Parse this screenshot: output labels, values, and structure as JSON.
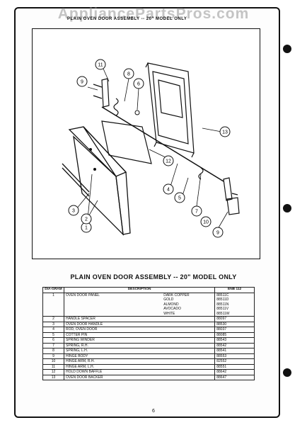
{
  "watermark": "AppliancePartsPros.com",
  "diagram": {
    "title": "PLAIN OVEN DOOR ASSEMBLY -- 20\" MODEL ONLY",
    "callouts": [
      "1",
      "2",
      "3",
      "4",
      "5",
      "6",
      "7",
      "8",
      "9",
      "10",
      "11",
      "12",
      "13"
    ]
  },
  "table": {
    "title": "PLAIN OVEN DOOR ASSEMBLY -- 20\" MODEL ONLY",
    "headers": {
      "diagram": "DIA-GRAM",
      "description": "DESCRIPTION",
      "part": "ENB 112"
    },
    "panel": {
      "diagram": "1",
      "description": "OVEN DOOR PANEL",
      "colors": [
        "DARK COPPER",
        "GOLD",
        "ALMOND",
        "AVOCADO",
        "WHITE"
      ],
      "parts": [
        "88511C",
        "88511D",
        "88511N",
        "88511V",
        "88511W"
      ]
    },
    "rows": [
      {
        "diagram": "2",
        "description": "HANDLE SPACER",
        "part": "88097"
      },
      {
        "diagram": "3",
        "description": "OVEN DOOR HANDLE",
        "part": "88530"
      },
      {
        "diagram": "4",
        "description": "ROD, OVEN DOOR",
        "part": "88037"
      },
      {
        "diagram": "5",
        "description": "COTTER PIN",
        "part": "88085"
      },
      {
        "diagram": "6",
        "description": "SPRING WINDER",
        "part": "88543"
      },
      {
        "diagram": "7",
        "description": "SPRING, R.H.",
        "part": "88542"
      },
      {
        "diagram": "8",
        "description": "SPRING, L.H.",
        "part": "88541"
      },
      {
        "diagram": "9",
        "description": "HINGE BODY",
        "part": "88553"
      },
      {
        "diagram": "10",
        "description": "HINGE ARM, R.H.",
        "part": "82552"
      },
      {
        "diagram": "11",
        "description": "HINGE ARM, L.H.",
        "part": "88551"
      },
      {
        "diagram": "12",
        "description": "HOLD DOWN BAFFLE",
        "part": "88642"
      },
      {
        "diagram": "13",
        "description": "OVEN DOOR BACKER",
        "part": "88647"
      }
    ]
  },
  "page_number": "6"
}
